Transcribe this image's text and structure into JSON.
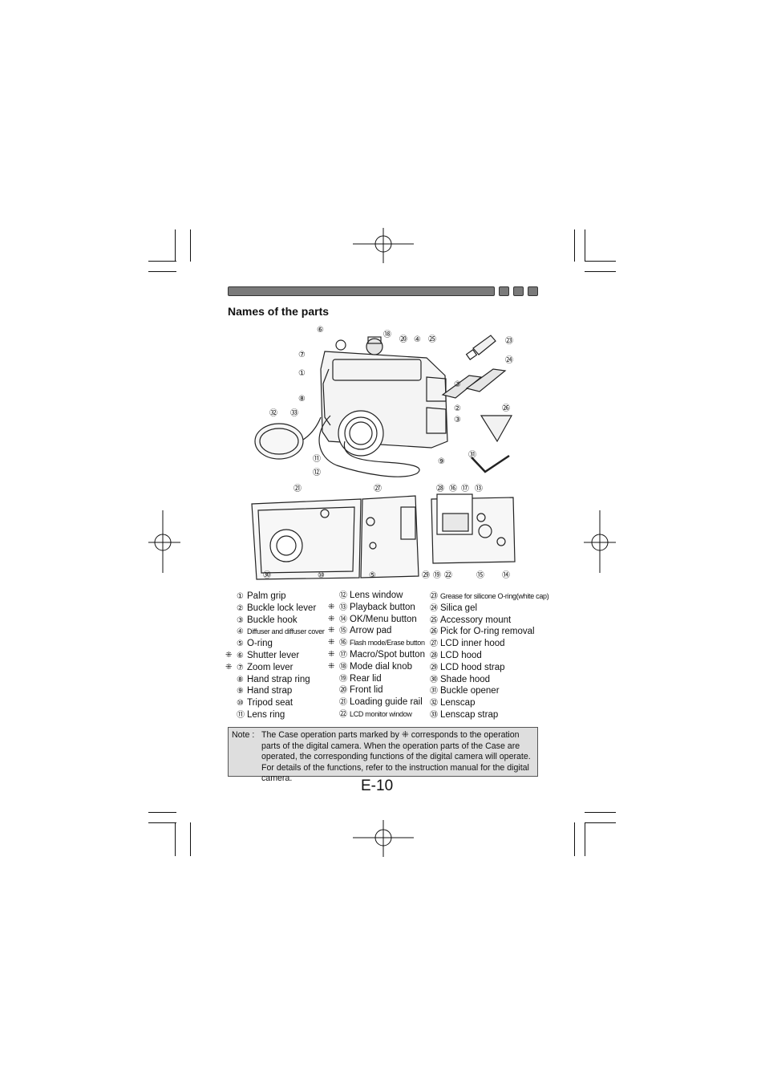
{
  "section": {
    "title": "Names of the parts"
  },
  "parts": {
    "col1": [
      {
        "num": "①",
        "label": "Palm grip",
        "marked": false
      },
      {
        "num": "②",
        "label": "Buckle lock lever",
        "marked": false
      },
      {
        "num": "③",
        "label": "Buckle hook",
        "marked": false
      },
      {
        "num": "④",
        "label": "Diffuser and diffuser cover",
        "marked": false,
        "small": true
      },
      {
        "num": "⑤",
        "label": "O-ring",
        "marked": false
      },
      {
        "num": "⑥",
        "label": "Shutter lever",
        "marked": true
      },
      {
        "num": "⑦",
        "label": "Zoom lever",
        "marked": true
      },
      {
        "num": "⑧",
        "label": "Hand strap ring",
        "marked": false
      },
      {
        "num": "⑨",
        "label": "Hand strap",
        "marked": false
      },
      {
        "num": "⑩",
        "label": "Tripod seat",
        "marked": false
      },
      {
        "num": "⑪",
        "label": "Lens ring",
        "marked": false
      }
    ],
    "col2": [
      {
        "num": "⑫",
        "label": "Lens window",
        "marked": false
      },
      {
        "num": "⑬",
        "label": "Playback button",
        "marked": true
      },
      {
        "num": "⑭",
        "label": "OK/Menu button",
        "marked": true
      },
      {
        "num": "⑮",
        "label": "Arrow pad",
        "marked": true
      },
      {
        "num": "⑯",
        "label": "Flash mode/Erase  button",
        "marked": true,
        "small": true
      },
      {
        "num": "⑰",
        "label": "Macro/Spot button",
        "marked": true
      },
      {
        "num": "⑱",
        "label": "Mode dial knob",
        "marked": true
      },
      {
        "num": "⑲",
        "label": "Rear lid",
        "marked": false
      },
      {
        "num": "⑳",
        "label": "Front lid",
        "marked": false
      },
      {
        "num": "㉑",
        "label": "Loading guide rail",
        "marked": false
      },
      {
        "num": "㉒",
        "label": "LCD monitor window",
        "marked": false,
        "small": true
      }
    ],
    "col3": [
      {
        "num": "㉓",
        "label": "Grease for silicone O-ring(white cap)",
        "marked": false,
        "small": true
      },
      {
        "num": "㉔",
        "label": "Silica gel",
        "marked": false
      },
      {
        "num": "㉕",
        "label": "Accessory mount",
        "marked": false
      },
      {
        "num": "㉖",
        "label": "Pick for O-ring removal",
        "marked": false
      },
      {
        "num": "㉗",
        "label": "LCD inner hood",
        "marked": false
      },
      {
        "num": "㉘",
        "label": "LCD hood",
        "marked": false
      },
      {
        "num": "㉙",
        "label": "LCD hood strap",
        "marked": false
      },
      {
        "num": "㉚",
        "label": "Shade hood",
        "marked": false
      },
      {
        "num": "㉛",
        "label": "Buckle opener",
        "marked": false
      },
      {
        "num": "㉜",
        "label": "Lenscap",
        "marked": false
      },
      {
        "num": "㉝",
        "label": "Lenscap strap",
        "marked": false
      }
    ]
  },
  "mark_symbol": "⁜",
  "figure_callouts": {
    "c6": "⑥",
    "c7": "⑦",
    "c1": "①",
    "c8": "⑧",
    "c32": "㉜",
    "c33": "㉝",
    "c11": "⑪",
    "c12": "⑫",
    "c18": "⑱",
    "c20": "⑳",
    "c4": "④",
    "c25": "㉕",
    "c3a": "③",
    "c2": "②",
    "c3b": "③",
    "c9": "⑨",
    "c23": "㉓",
    "c24": "㉔",
    "c26": "㉖",
    "c31": "㉛",
    "c21": "㉑",
    "c27": "㉗",
    "c30": "㉚",
    "c10": "⑩",
    "c5": "⑤",
    "c28": "㉘",
    "c16": "⑯",
    "c17": "⑰",
    "c13": "⑬",
    "c29": "㉙",
    "c19": "⑲",
    "c22": "㉒",
    "c15": "⑮",
    "c14": "⑭"
  },
  "note": {
    "label": "Note :",
    "text": "The Case operation parts marked by ⁜ corresponds to the operation parts of the digital camera. When the operation parts of the Case are operated, the corresponding functions of the digital camera will operate. For details of the functions, refer to the instruction manual for the digital camera."
  },
  "page_number": "E-10"
}
